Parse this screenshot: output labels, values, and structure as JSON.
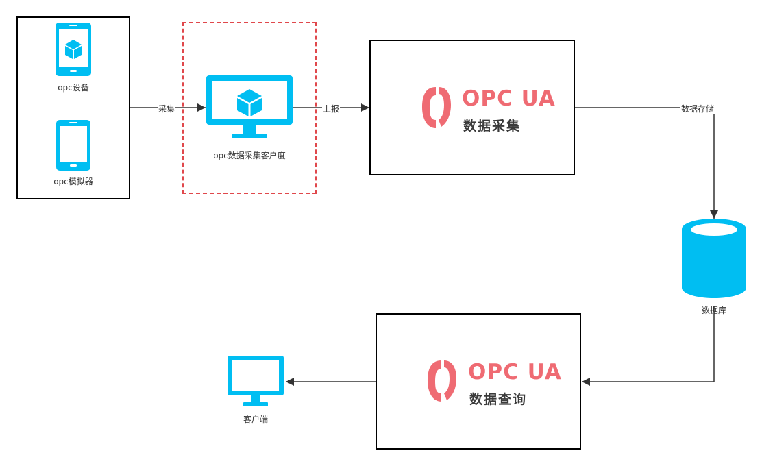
{
  "colors": {
    "device_blue": "#00bef2",
    "logo_red": "#ef6b73",
    "dashed_border": "#e0484c",
    "connector": "#333333"
  },
  "nodes": {
    "opc_device": {
      "label": "opc设备",
      "icon": "phone-cube-icon"
    },
    "opc_simulator": {
      "label": "opc模拟器",
      "icon": "phone-icon"
    },
    "collector_client": {
      "label": "opc数据采集客户度",
      "icon": "monitor-cube-icon"
    },
    "collect_service": {
      "logo_icon": "opc-ua-logo-icon",
      "logo_title": "OPC UA",
      "logo_subtitle": "数据采集"
    },
    "database": {
      "label": "数据库",
      "icon": "database-cylinder-icon"
    },
    "query_service": {
      "logo_icon": "opc-ua-logo-icon",
      "logo_title": "OPC UA",
      "logo_subtitle": "数据查询"
    },
    "client": {
      "label": "客户端",
      "icon": "monitor-icon"
    }
  },
  "edges": {
    "collect": "采集",
    "report": "上报",
    "store": "数据存储"
  }
}
